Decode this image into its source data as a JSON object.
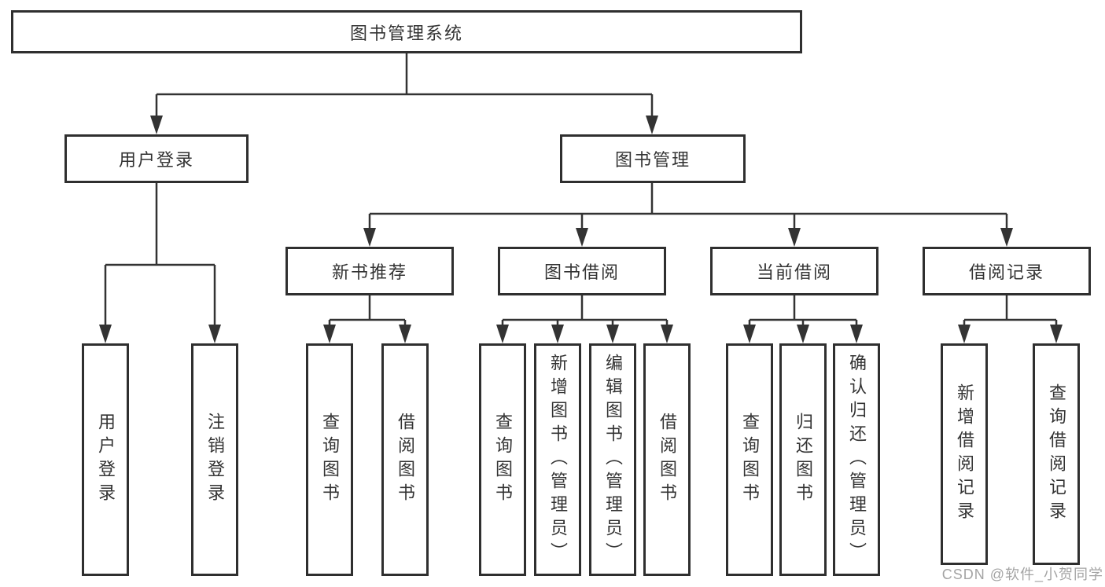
{
  "diagram": {
    "root": {
      "label": "图书管理系统"
    },
    "level2": [
      {
        "label": "用户登录"
      },
      {
        "label": "图书管理"
      }
    ],
    "level3": [
      {
        "label": "新书推荐"
      },
      {
        "label": "图书借阅"
      },
      {
        "label": "当前借阅"
      },
      {
        "label": "借阅记录"
      }
    ],
    "leaves": [
      {
        "label": "用户登录"
      },
      {
        "label": "注销登录"
      },
      {
        "label": "查询图书"
      },
      {
        "label": "借阅图书"
      },
      {
        "label": "查询图书"
      },
      {
        "label": "新增图书（管理员）"
      },
      {
        "label": "编辑图书（管理员）"
      },
      {
        "label": "借阅图书"
      },
      {
        "label": "查询图书"
      },
      {
        "label": "归还图书"
      },
      {
        "label": "确认归还（管理员）"
      },
      {
        "label": "新增借阅记录"
      },
      {
        "label": "查询借阅记录"
      }
    ],
    "watermark": "CSDN @软件_小贺同学",
    "colors": {
      "line": "#333333",
      "box_border": "#2f2f2f",
      "box_fill": "#ffffff",
      "text": "#333333",
      "watermark": "#9a9a9a",
      "background": "#ffffff"
    }
  }
}
